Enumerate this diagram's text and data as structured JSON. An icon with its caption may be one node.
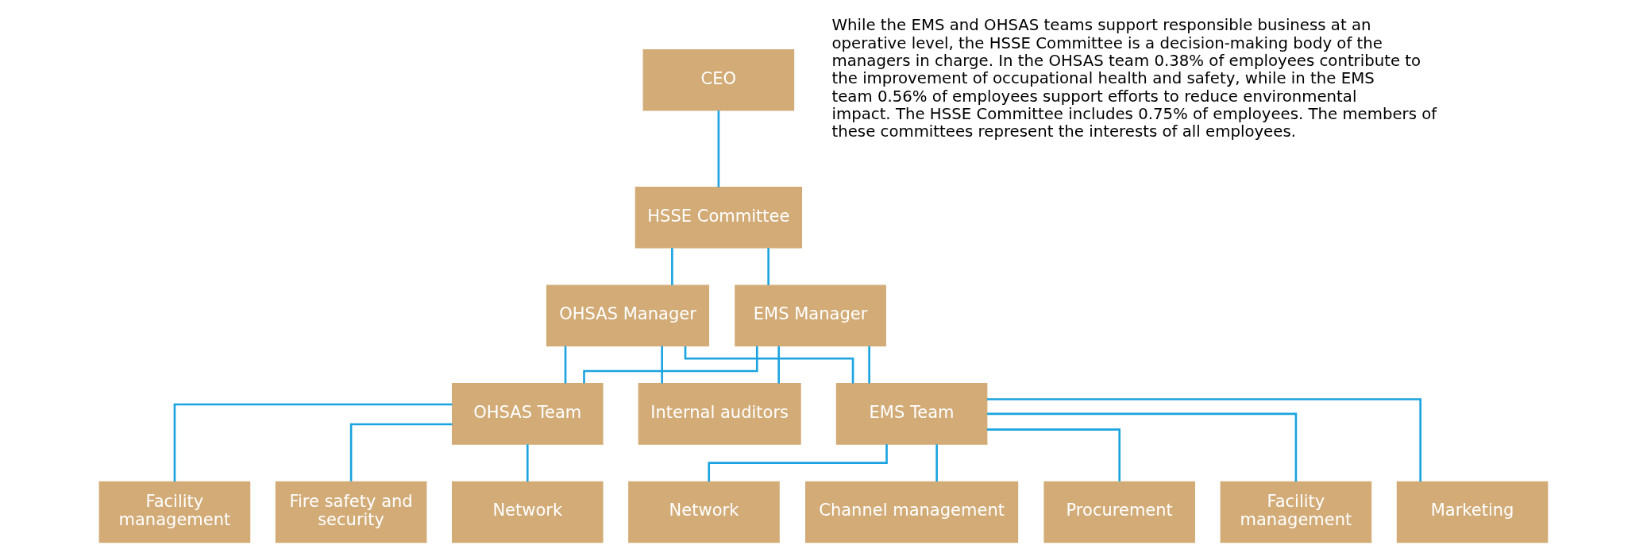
{
  "diagram": {
    "nodes": [
      {
        "text": [
          "CEO"
        ]
      },
      {
        "text": [
          "HSSE Committee"
        ]
      },
      {
        "text": [
          "OHSAS Manager"
        ]
      },
      {
        "text": [
          "EMS Manager"
        ]
      },
      {
        "text": [
          "OHSAS Team"
        ]
      },
      {
        "text": [
          "Internal auditors"
        ]
      },
      {
        "text": [
          "EMS Team"
        ]
      },
      {
        "text": [
          "Facility management"
        ]
      },
      {
        "text": [
          "Fire safety and security"
        ]
      },
      {
        "text": [
          "Network"
        ]
      },
      {
        "text": [
          "Channel management"
        ]
      },
      {
        "text": [
          "Procurement"
        ]
      },
      {
        "text": [
          "Facility management"
        ]
      },
      {
        "text": [
          "Marketing"
        ]
      },
      {
        "text": [
          "Network"
        ]
      }
    ],
    "edges": [
      {
        "from": 0,
        "to": 1,
        "arrow": "none"
      },
      {
        "from": 1,
        "to": 2,
        "arrow": "none"
      },
      {
        "from": 1,
        "to": 3,
        "arrow": "none"
      },
      {
        "from": 2,
        "to": 4,
        "arrow": "none"
      },
      {
        "from": 2,
        "to": 5,
        "arrow": "none"
      },
      {
        "from": 2,
        "to": 6,
        "arrow": "none"
      },
      {
        "from": 3,
        "to": 4,
        "arrow": "none"
      },
      {
        "from": 3,
        "to": 5,
        "arrow": "none"
      },
      {
        "from": 3,
        "to": 6,
        "arrow": "none"
      },
      {
        "from": 4,
        "to": 7,
        "arrow": "none"
      },
      {
        "from": 4,
        "to": 8,
        "arrow": "none"
      },
      {
        "from": 4,
        "to": 9,
        "arrow": "none"
      },
      {
        "from": 6,
        "to": 10,
        "arrow": "none"
      },
      {
        "from": 6,
        "to": 11,
        "arrow": "none"
      },
      {
        "from": 6,
        "to": 12,
        "arrow": "none"
      },
      {
        "from": 6,
        "to": 13,
        "arrow": "none"
      },
      {
        "from": 6,
        "to": 14,
        "arrow": "none"
      }
    ],
    "labels": [
      "While the EMS and OHSAS teams support responsible business at an operative level, the HSSE Committee is a decision-making body of the managers in charge. In the OHSAS team 0.38% of employees contribute to the improvement of occupational health and safety, while in the EMS team 0.56% of employees support efforts to reduce environmental impact. The HSSE Committee includes 0.75% of employees. The members of these committees represent the interests of all employees."
    ]
  }
}
